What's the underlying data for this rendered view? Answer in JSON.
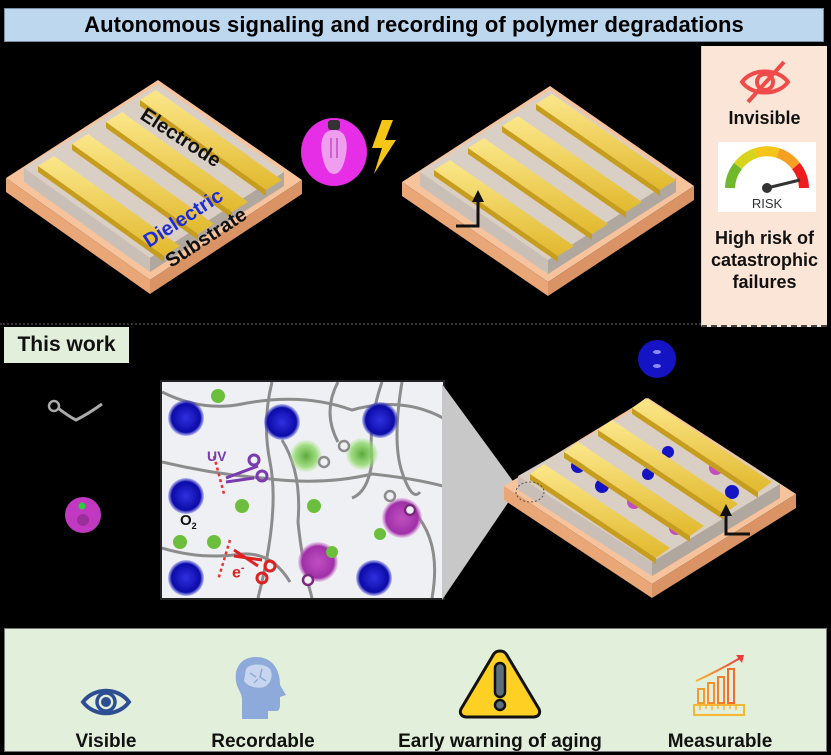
{
  "title": "Autonomous signaling and recording of polymer degradations",
  "top_section": {
    "device_labels": {
      "electrode": "Electrode",
      "dielectric": "Dielectric",
      "substrate": "Substrate"
    },
    "stimulus_icons": [
      "light-bulb-icon",
      "lightning-icon"
    ],
    "side_panel": {
      "invisible_label": "Invisible",
      "gauge_label": "RISK",
      "risk_text_line1": "High risk of",
      "risk_text_line2": "catastrophic",
      "risk_text_line3": "failures"
    }
  },
  "this_work": {
    "label": "This work",
    "inset": {
      "o2_label": "O",
      "o2_subscript": "2",
      "uv_label": "UV",
      "e_label": "e",
      "e_superscript": "-"
    }
  },
  "features": [
    {
      "label": "Visible",
      "icon": "eye-icon"
    },
    {
      "label": "Recordable",
      "icon": "brain-head-icon"
    },
    {
      "label": "Early warning of aging",
      "icon": "warning-icon"
    },
    {
      "label": "Measurable",
      "icon": "bar-chart-ruler-icon"
    }
  ],
  "colors": {
    "title_bg": "#bdd7ee",
    "side_panel_bg": "#fbe5d6",
    "this_work_bg": "#e2efda",
    "bottom_bg": "#e2efda",
    "electrode": "#f5d54a",
    "dielectric_text": "#1f2bd8",
    "substrate": "#f2b487",
    "risk_red": "#ef4b4b",
    "blue_molecule": "#1414b4",
    "magenta_molecule": "#b43cb4",
    "green_molecule": "#6cbf3c"
  }
}
